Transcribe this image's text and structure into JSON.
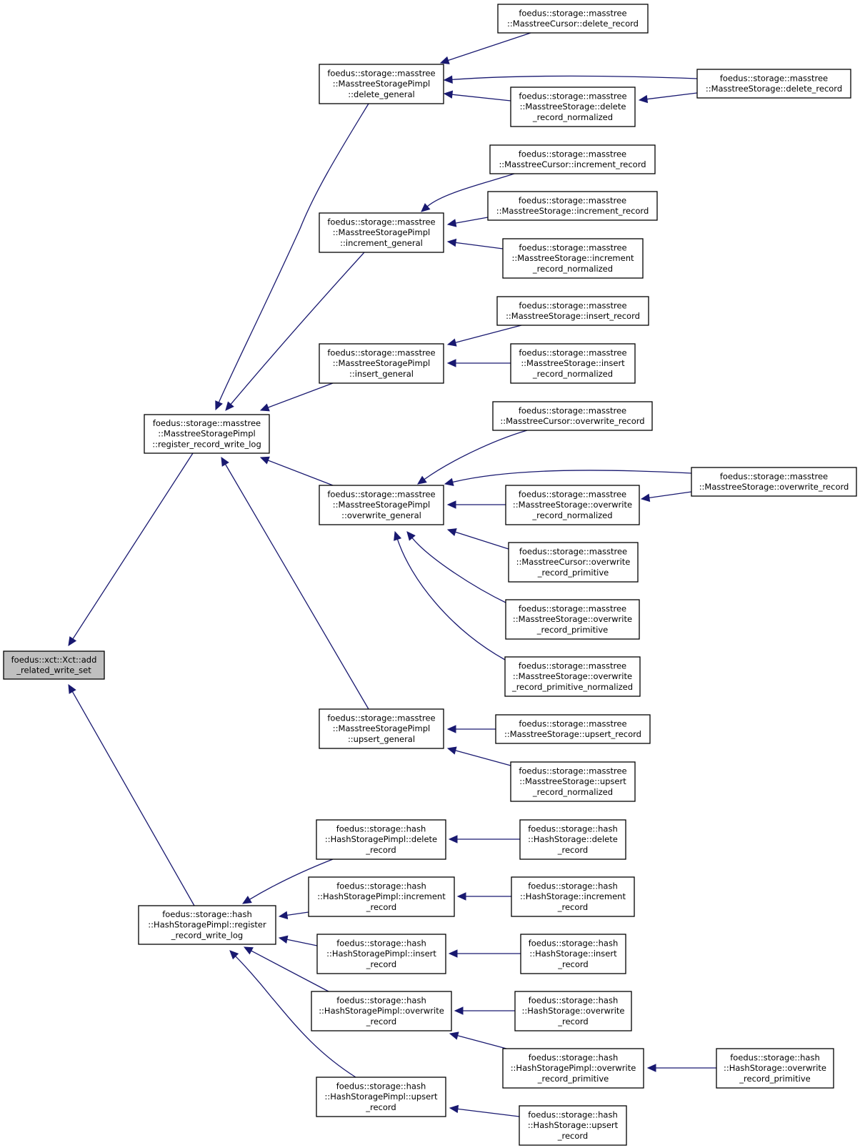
{
  "diagram": {
    "title": "",
    "colors": {
      "edge": "#191970",
      "node_border": "#000000",
      "root_fill": "#bfbfbf",
      "node_fill": "#ffffff"
    },
    "nodes": [
      {
        "id": "root",
        "lines": [
          "foedus::xct::Xct::add",
          "_related_write_set"
        ],
        "root": true
      },
      {
        "id": "reg_mt",
        "lines": [
          "foedus::storage::masstree",
          "::MasstreeStoragePimpl",
          "::register_record_write_log"
        ]
      },
      {
        "id": "reg_hash",
        "lines": [
          "foedus::storage::hash",
          "::HashStoragePimpl::register",
          "_record_write_log"
        ]
      },
      {
        "id": "del_gen",
        "lines": [
          "foedus::storage::masstree",
          "::MasstreeStoragePimpl",
          "::delete_general"
        ]
      },
      {
        "id": "inc_gen",
        "lines": [
          "foedus::storage::masstree",
          "::MasstreeStoragePimpl",
          "::increment_general"
        ]
      },
      {
        "id": "ins_gen",
        "lines": [
          "foedus::storage::masstree",
          "::MasstreeStoragePimpl",
          "::insert_general"
        ]
      },
      {
        "id": "ow_gen",
        "lines": [
          "foedus::storage::masstree",
          "::MasstreeStoragePimpl",
          "::overwrite_general"
        ]
      },
      {
        "id": "up_gen",
        "lines": [
          "foedus::storage::masstree",
          "::MasstreeStoragePimpl",
          "::upsert_general"
        ]
      },
      {
        "id": "cur_del",
        "lines": [
          "foedus::storage::masstree",
          "::MasstreeCursor::delete_record"
        ]
      },
      {
        "id": "ms_del",
        "lines": [
          "foedus::storage::masstree",
          "::MasstreeStorage::delete_record"
        ]
      },
      {
        "id": "ms_del_n",
        "lines": [
          "foedus::storage::masstree",
          "::MasstreeStorage::delete",
          "_record_normalized"
        ]
      },
      {
        "id": "cur_inc",
        "lines": [
          "foedus::storage::masstree",
          "::MasstreeCursor::increment_record"
        ]
      },
      {
        "id": "ms_inc",
        "lines": [
          "foedus::storage::masstree",
          "::MasstreeStorage::increment_record"
        ]
      },
      {
        "id": "ms_inc_n",
        "lines": [
          "foedus::storage::masstree",
          "::MasstreeStorage::increment",
          "_record_normalized"
        ]
      },
      {
        "id": "ms_ins",
        "lines": [
          "foedus::storage::masstree",
          "::MasstreeStorage::insert_record"
        ]
      },
      {
        "id": "ms_ins_n",
        "lines": [
          "foedus::storage::masstree",
          "::MasstreeStorage::insert",
          "_record_normalized"
        ]
      },
      {
        "id": "cur_ow",
        "lines": [
          "foedus::storage::masstree",
          "::MasstreeCursor::overwrite_record"
        ]
      },
      {
        "id": "ms_ow",
        "lines": [
          "foedus::storage::masstree",
          "::MasstreeStorage::overwrite_record"
        ]
      },
      {
        "id": "ms_ow_n",
        "lines": [
          "foedus::storage::masstree",
          "::MasstreeStorage::overwrite",
          "_record_normalized"
        ]
      },
      {
        "id": "cur_ow_p",
        "lines": [
          "foedus::storage::masstree",
          "::MasstreeCursor::overwrite",
          "_record_primitive"
        ]
      },
      {
        "id": "ms_ow_p",
        "lines": [
          "foedus::storage::masstree",
          "::MasstreeStorage::overwrite",
          "_record_primitive"
        ]
      },
      {
        "id": "ms_ow_pn",
        "lines": [
          "foedus::storage::masstree",
          "::MasstreeStorage::overwrite",
          "_record_primitive_normalized"
        ]
      },
      {
        "id": "ms_up",
        "lines": [
          "foedus::storage::masstree",
          "::MasstreeStorage::upsert_record"
        ]
      },
      {
        "id": "ms_up_n",
        "lines": [
          "foedus::storage::masstree",
          "::MasstreeStorage::upsert",
          "_record_normalized"
        ]
      },
      {
        "id": "hp_del",
        "lines": [
          "foedus::storage::hash",
          "::HashStoragePimpl::delete",
          "_record"
        ]
      },
      {
        "id": "hp_inc",
        "lines": [
          "foedus::storage::hash",
          "::HashStoragePimpl::increment",
          "_record"
        ]
      },
      {
        "id": "hp_ins",
        "lines": [
          "foedus::storage::hash",
          "::HashStoragePimpl::insert",
          "_record"
        ]
      },
      {
        "id": "hp_ow",
        "lines": [
          "foedus::storage::hash",
          "::HashStoragePimpl::overwrite",
          "_record"
        ]
      },
      {
        "id": "hp_up",
        "lines": [
          "foedus::storage::hash",
          "::HashStoragePimpl::upsert",
          "_record"
        ]
      },
      {
        "id": "hs_del",
        "lines": [
          "foedus::storage::hash",
          "::HashStorage::delete",
          "_record"
        ]
      },
      {
        "id": "hs_inc",
        "lines": [
          "foedus::storage::hash",
          "::HashStorage::increment",
          "_record"
        ]
      },
      {
        "id": "hs_ins",
        "lines": [
          "foedus::storage::hash",
          "::HashStorage::insert",
          "_record"
        ]
      },
      {
        "id": "hs_ow",
        "lines": [
          "foedus::storage::hash",
          "::HashStorage::overwrite",
          "_record"
        ]
      },
      {
        "id": "hp_ow_p",
        "lines": [
          "foedus::storage::hash",
          "::HashStoragePimpl::overwrite",
          "_record_primitive"
        ]
      },
      {
        "id": "hs_ow_p",
        "lines": [
          "foedus::storage::hash",
          "::HashStorage::overwrite",
          "_record_primitive"
        ]
      },
      {
        "id": "hs_up",
        "lines": [
          "foedus::storage::hash",
          "::HashStorage::upsert",
          "_record"
        ]
      }
    ],
    "edges": [
      {
        "from": "reg_mt",
        "to": "root"
      },
      {
        "from": "reg_hash",
        "to": "root"
      },
      {
        "from": "del_gen",
        "to": "reg_mt"
      },
      {
        "from": "inc_gen",
        "to": "reg_mt"
      },
      {
        "from": "ins_gen",
        "to": "reg_mt"
      },
      {
        "from": "ow_gen",
        "to": "reg_mt"
      },
      {
        "from": "up_gen",
        "to": "reg_mt"
      },
      {
        "from": "cur_del",
        "to": "del_gen"
      },
      {
        "from": "ms_del",
        "to": "del_gen"
      },
      {
        "from": "ms_del_n",
        "to": "del_gen"
      },
      {
        "from": "ms_del",
        "to": "ms_del_n"
      },
      {
        "from": "cur_inc",
        "to": "inc_gen"
      },
      {
        "from": "ms_inc",
        "to": "inc_gen"
      },
      {
        "from": "ms_inc_n",
        "to": "inc_gen"
      },
      {
        "from": "ms_ins",
        "to": "ins_gen"
      },
      {
        "from": "ms_ins_n",
        "to": "ins_gen"
      },
      {
        "from": "cur_ow",
        "to": "ow_gen"
      },
      {
        "from": "ms_ow",
        "to": "ow_gen"
      },
      {
        "from": "ms_ow_n",
        "to": "ow_gen"
      },
      {
        "from": "ms_ow",
        "to": "ms_ow_n"
      },
      {
        "from": "cur_ow_p",
        "to": "ow_gen"
      },
      {
        "from": "ms_ow_p",
        "to": "ow_gen"
      },
      {
        "from": "ms_ow_pn",
        "to": "ow_gen"
      },
      {
        "from": "ms_up",
        "to": "up_gen"
      },
      {
        "from": "ms_up_n",
        "to": "up_gen"
      },
      {
        "from": "hp_del",
        "to": "reg_hash"
      },
      {
        "from": "hp_inc",
        "to": "reg_hash"
      },
      {
        "from": "hp_ins",
        "to": "reg_hash"
      },
      {
        "from": "hp_ow",
        "to": "reg_hash"
      },
      {
        "from": "hp_up",
        "to": "reg_hash"
      },
      {
        "from": "hs_del",
        "to": "hp_del"
      },
      {
        "from": "hs_inc",
        "to": "hp_inc"
      },
      {
        "from": "hs_ins",
        "to": "hp_ins"
      },
      {
        "from": "hs_ow",
        "to": "hp_ow"
      },
      {
        "from": "hp_ow_p",
        "to": "hp_ow"
      },
      {
        "from": "hs_ow_p",
        "to": "hp_ow_p"
      },
      {
        "from": "hs_up",
        "to": "hp_up"
      }
    ]
  }
}
